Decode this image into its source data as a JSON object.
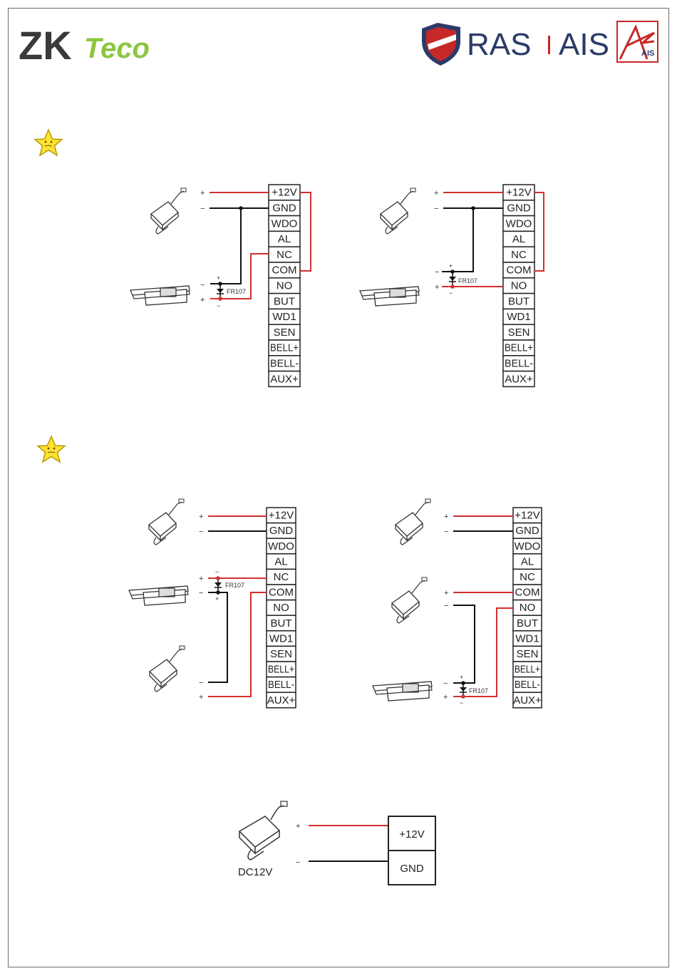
{
  "logos": {
    "zkteco": {
      "zk": "ZK",
      "eco": "Teco"
    },
    "ras": "RAS",
    "ais": "AIS",
    "ais_badge": "AIS"
  },
  "terminals": [
    "+12V",
    "GND",
    "WDO",
    "AL",
    "NC",
    "COM",
    "NO",
    "BUT",
    "WD1",
    "SEN",
    "BELL+",
    "BELL-",
    "AUX+"
  ],
  "signs": {
    "plus": "+",
    "minus": "−"
  },
  "diode_label": "FR107",
  "power": {
    "label": "DC12V",
    "terminals": [
      "+12V",
      "GND"
    ]
  },
  "colors": {
    "wire_red": "#d32f2f",
    "wire_black": "#111111",
    "logo_green": "#8cc63f",
    "logo_navy": "#2b3a67",
    "shield_red": "#c62828",
    "star": "#ffe234"
  }
}
